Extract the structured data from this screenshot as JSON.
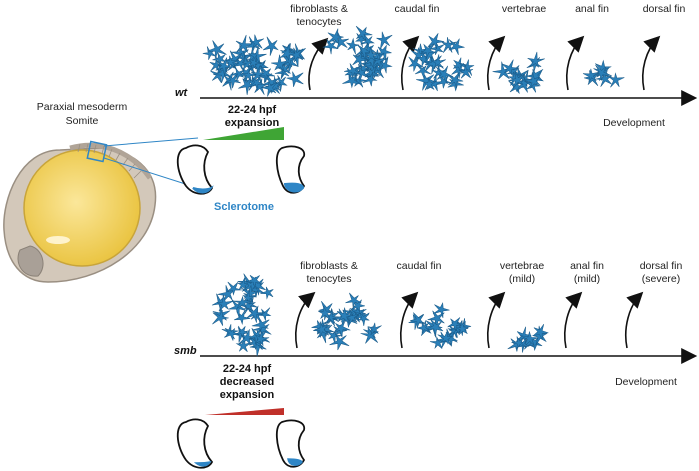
{
  "embryo": {
    "label_line1": "Paraxial mesoderm",
    "label_line2": "Somite"
  },
  "sclerotome_label": "Sclerotome",
  "wt": {
    "genotype": "wt",
    "stage_line1": "22-24 hpf",
    "stage_line2": "expansion",
    "axis_label": "Development",
    "tissues": [
      {
        "line1": "fibroblasts &",
        "line2": "tenocytes"
      },
      {
        "line1": "caudal fin",
        "line2": ""
      },
      {
        "line1": "vertebrae",
        "line2": ""
      },
      {
        "line1": "anal fin",
        "line2": ""
      },
      {
        "line1": "dorsal fin",
        "line2": ""
      }
    ],
    "wedge_color": "#3fa535"
  },
  "smb": {
    "genotype": "smb",
    "stage_line1": "22-24 hpf",
    "stage_line2": "decreased",
    "stage_line3": "expansion",
    "axis_label": "Development",
    "tissues": [
      {
        "line1": "fibroblasts &",
        "line2": "tenocytes"
      },
      {
        "line1": "caudal fin",
        "line2": ""
      },
      {
        "line1": "vertebrae",
        "line2": "(mild)"
      },
      {
        "line1": "anal fin",
        "line2": "(mild)"
      },
      {
        "line1": "dorsal fin",
        "line2": "(severe)"
      }
    ],
    "wedge_color": "#c0302a"
  },
  "colors": {
    "cell": "#2a7fb8",
    "cell_dark": "#1a5a88",
    "sclerotome": "#2f86c6",
    "yolk": "#f5d76e",
    "embryo_body": "#d8d0c4",
    "axis": "#111111"
  }
}
